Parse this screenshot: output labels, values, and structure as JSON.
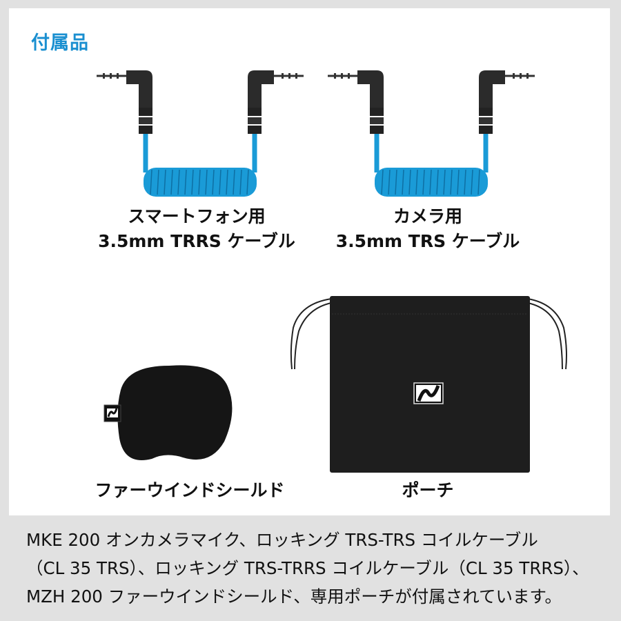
{
  "heading": "付属品",
  "colors": {
    "heading": "#1a8fd0",
    "cable": "#1a9bd7",
    "background": "#e1e1e1",
    "panel": "#ffffff"
  },
  "items": [
    {
      "id": "smartphone-cable",
      "label_line1": "スマートフォン用",
      "label_line2": "3.5mm TRRS ケーブル",
      "icon": "coiled-cable-icon"
    },
    {
      "id": "camera-cable",
      "label_line1": "カメラ用",
      "label_line2": "3.5mm TRS ケーブル",
      "icon": "coiled-cable-icon"
    },
    {
      "id": "windshield",
      "label_line1": "ファーウインドシールド",
      "icon": "fur-windshield-icon"
    },
    {
      "id": "pouch",
      "label_line1": "ポーチ",
      "icon": "drawstring-pouch-icon"
    }
  ],
  "caption": {
    "line1": "MKE 200 オンカメラマイク、ロッキング TRS-TRS コイルケーブル",
    "line2": "（CL 35 TRS）、ロッキング TRS-TRRS コイルケーブル（CL 35 TRRS）、",
    "line3": "MZH 200 ファーウインドシールド、専用ポーチが付属されています。"
  }
}
